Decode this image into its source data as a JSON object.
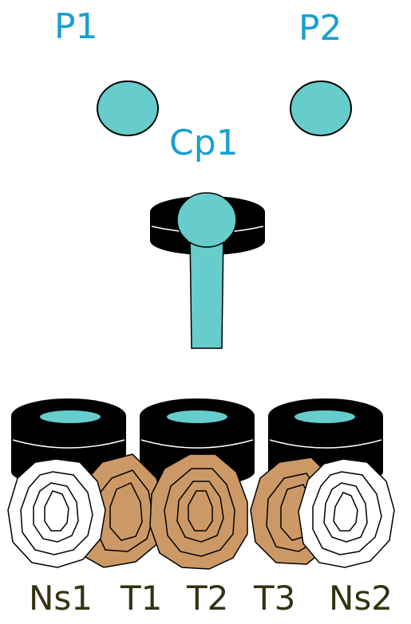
{
  "colors": {
    "cyan_fill": "#66cccc",
    "cyan_text": "#1a9fcf",
    "tan_fill": "#cc9966",
    "dark_text": "#333311",
    "outline": "#000000",
    "white_fill": "#ffffff",
    "black_fill": "#000000"
  },
  "labels": {
    "p1": "P1",
    "p2": "P2",
    "cp1": "Cp1",
    "ns1": "Ns1",
    "t1": "T1",
    "t2": "T2",
    "t3": "T3",
    "ns2": "Ns2"
  }
}
